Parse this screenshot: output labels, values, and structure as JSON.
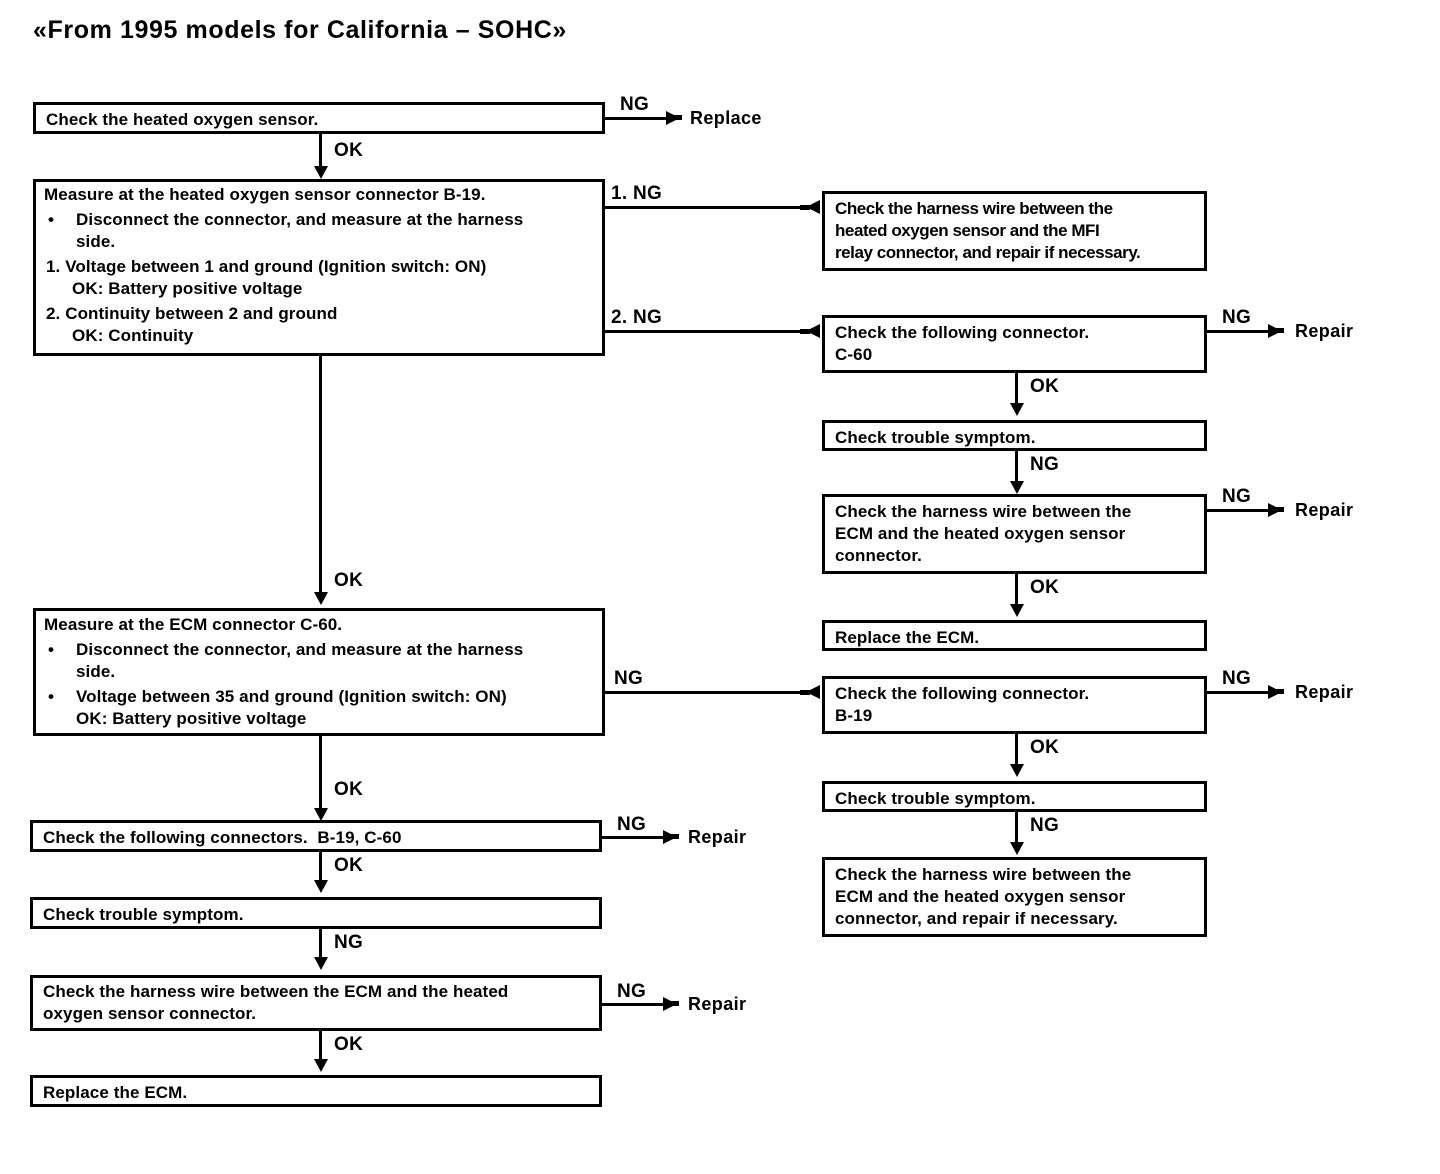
{
  "title": "«From 1995 models for California – SOHC»",
  "edge_labels": {
    "ok": "OK",
    "ng": "NG",
    "ng_1": "1. NG",
    "ng_2": "2. NG"
  },
  "terminals": {
    "replace": "Replace",
    "repair": "Repair"
  },
  "left_column": {
    "b1": {
      "text": "Check the heated oxygen sensor."
    },
    "b2": {
      "heading": "Measure at the heated oxygen sensor connector B-19.",
      "lines": [
        "Disconnect the connector, and measure at the harness",
        "side.",
        "1.  Voltage between 1 and ground (Ignition switch: ON)",
        "OK: Battery positive voltage",
        "2.  Continuity between 2 and ground",
        "OK: Continuity"
      ]
    },
    "b3": {
      "heading": "Measure at the ECM connector C-60.",
      "lines": [
        "Disconnect the connector, and measure at the harness",
        "side.",
        "Voltage between 35 and ground (Ignition switch: ON)",
        "OK: Battery positive voltage"
      ]
    },
    "b4": {
      "text": "Check the following connectors.  B-19, C-60"
    },
    "b5": {
      "text": "Check trouble symptom."
    },
    "b6": {
      "text": "Check the harness wire between the ECM and the heated\noxygen sensor connector."
    },
    "b7": {
      "text": "Replace the ECM."
    }
  },
  "right_column": {
    "r1": {
      "text": "Check the harness wire between the\nheated oxygen sensor and the MFI\nrelay connector, and repair if necessary."
    },
    "r2": {
      "text": "Check the following connector.\nC-60"
    },
    "r3": {
      "text": "Check trouble symptom."
    },
    "r4": {
      "text": "Check the harness wire between the\nECM and the heated oxygen sensor\nconnector."
    },
    "r5": {
      "text": "Replace the ECM."
    },
    "r6": {
      "text": "Check the following connector.\nB-19"
    },
    "r7": {
      "text": "Check trouble symptom."
    },
    "r8": {
      "text": "Check the harness wire between the\nECM and the heated oxygen sensor\nconnector, and repair if necessary."
    }
  },
  "colors": {
    "ink": "#000000",
    "paper": "#ffffff"
  }
}
